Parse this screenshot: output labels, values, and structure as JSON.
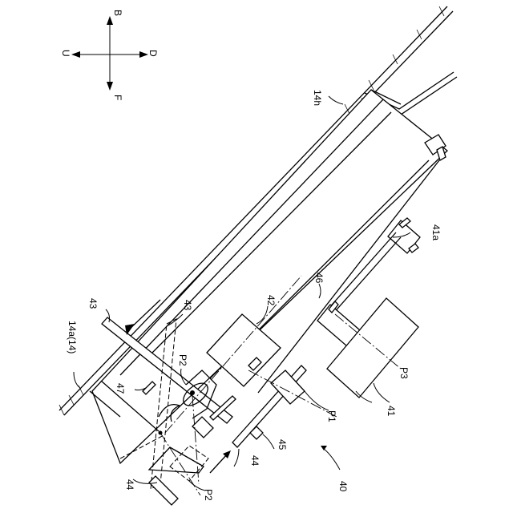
{
  "figure": {
    "directions": {
      "up": "B",
      "down": "F",
      "left": "U",
      "right": "D"
    },
    "labels": {
      "l14h": "14h",
      "l14a": "14a(14)",
      "l43a": "43",
      "l43b": "43",
      "l42": "42",
      "l46": "46",
      "l41a": "41a",
      "l41": "41",
      "l47": "47",
      "lP2a": "P2",
      "lP2b": "P2",
      "lP1": "P1",
      "lP3": "P3",
      "l45": "45",
      "l44a": "44",
      "l44b": "44",
      "l40": "40"
    }
  }
}
